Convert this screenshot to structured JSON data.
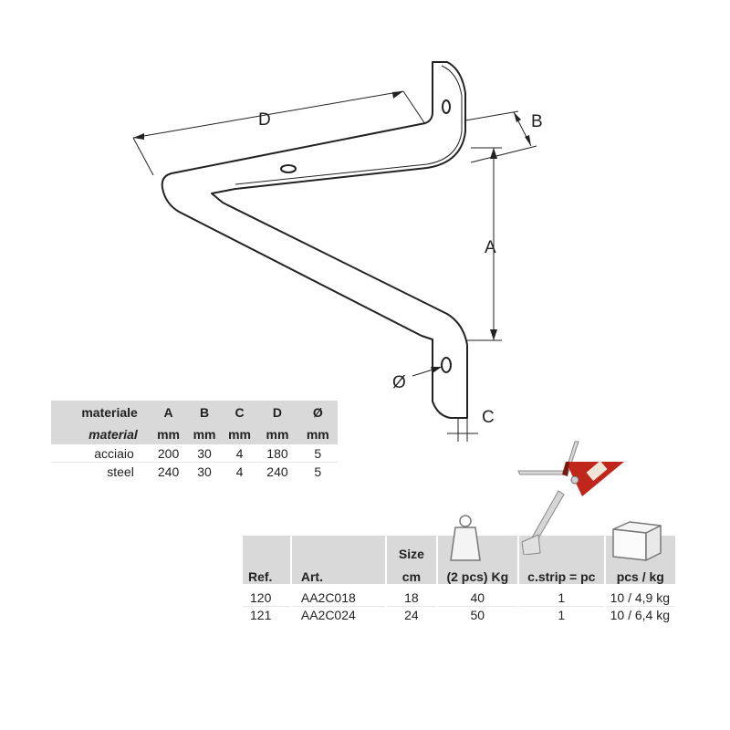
{
  "drawing": {
    "dimensions": {
      "a": "A",
      "b": "B",
      "c": "C",
      "d": "D",
      "hole": "Ø"
    }
  },
  "spec_table": {
    "header": {
      "material_it": "materiale",
      "material_en": "material",
      "columns": [
        "A",
        "B",
        "C",
        "D",
        "Ø"
      ],
      "units": [
        "mm",
        "mm",
        "mm",
        "mm",
        "mm"
      ]
    },
    "rows": [
      {
        "material": "acciaio",
        "values": [
          "200",
          "30",
          "4",
          "180",
          "5"
        ]
      },
      {
        "material": "steel",
        "values": [
          "240",
          "30",
          "4",
          "240",
          "5"
        ]
      }
    ]
  },
  "product_table": {
    "header": {
      "ref": "Ref.",
      "art": "Art.",
      "size_line1": "Size",
      "size_line2": "cm",
      "weight": "(2 pcs) Kg",
      "strip": "c.strip = pc",
      "pack": "pcs / kg"
    },
    "rows": [
      {
        "ref": "120",
        "art": "AA2C018",
        "size": "18",
        "weight": "40",
        "strip": "1",
        "pack": "10 / 4,9 kg"
      },
      {
        "ref": "121",
        "art": "AA2C024",
        "size": "24",
        "weight": "50",
        "strip": "1",
        "pack": "10 / 6,4 kg"
      }
    ]
  },
  "icons": [
    "weight-icon",
    "blister-pack-icon",
    "box-icon"
  ],
  "colors": {
    "header_bg": "#d9d9d9",
    "line": "#222222",
    "pack_red": "#c0261c"
  }
}
